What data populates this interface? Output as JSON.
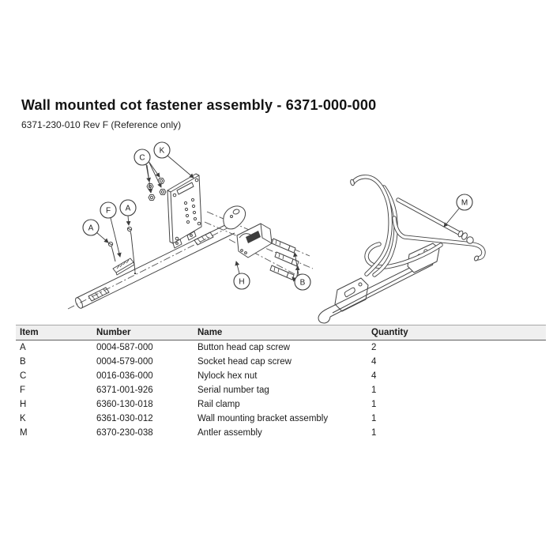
{
  "document": {
    "title": "Wall mounted cot fastener assembly - 6371-000-000",
    "subtitle": "6371-230-010 Rev F (Reference only)"
  },
  "diagram": {
    "callouts": {
      "a_left": "A",
      "a_right": "A",
      "f": "F",
      "c": "C",
      "k": "K",
      "h": "H",
      "b": "B",
      "m": "M"
    }
  },
  "table": {
    "headers": {
      "item": "Item",
      "number": "Number",
      "name": "Name",
      "quantity": "Quantity"
    },
    "rows": [
      {
        "item": "A",
        "number": "0004-587-000",
        "name": "Button head cap screw",
        "qty": "2"
      },
      {
        "item": "B",
        "number": "0004-579-000",
        "name": "Socket head cap screw",
        "qty": "4"
      },
      {
        "item": "C",
        "number": "0016-036-000",
        "name": "Nylock hex nut",
        "qty": "4"
      },
      {
        "item": "F",
        "number": "6371-001-926",
        "name": "Serial number tag",
        "qty": "1"
      },
      {
        "item": "H",
        "number": "6360-130-018",
        "name": "Rail clamp",
        "qty": "1"
      },
      {
        "item": "K",
        "number": "6361-030-012",
        "name": "Wall mounting bracket assembly",
        "qty": "1"
      },
      {
        "item": "M",
        "number": "6370-230-038",
        "name": "Antler assembly",
        "qty": "1"
      }
    ]
  },
  "colors": {
    "line_art": "#454545",
    "table_header_bg": "#efefef",
    "text": "#1c1c1c"
  }
}
